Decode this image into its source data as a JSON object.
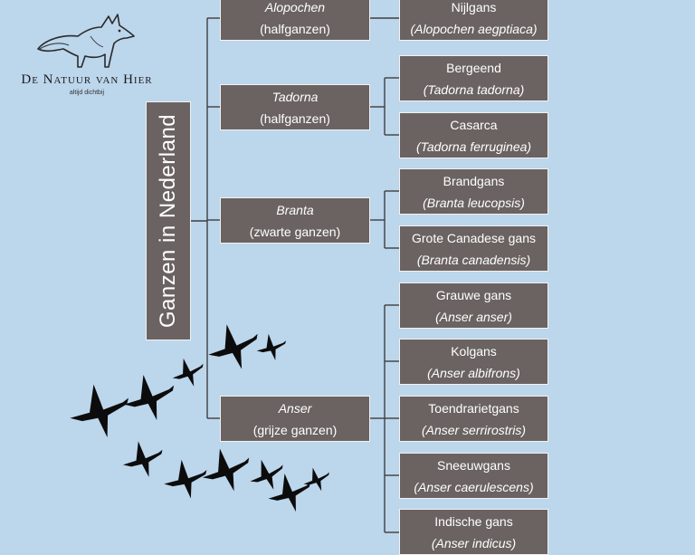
{
  "logo": {
    "title": "De Natuur van Hier",
    "subtitle": "altijd dichtbij",
    "icon": "fox-icon",
    "silhouettes": "geese-flock-icon"
  },
  "root": {
    "label": "Ganzen in Nederland"
  },
  "genera": [
    {
      "name": "Alopochen",
      "group": "(halfganzen)",
      "species": [
        {
          "name": "Nijlgans",
          "latin": "(Alopochen aegptiaca)"
        }
      ]
    },
    {
      "name": "Tadorna",
      "group": "(halfganzen)",
      "species": [
        {
          "name": "Bergeend",
          "latin": "(Tadorna tadorna)"
        },
        {
          "name": "Casarca",
          "latin": "(Tadorna ferruginea)"
        }
      ]
    },
    {
      "name": "Branta",
      "group": "(zwarte ganzen)",
      "species": [
        {
          "name": "Brandgans",
          "latin": "(Branta leucopsis)"
        },
        {
          "name": "Grote Canadese gans",
          "latin": "(Branta canadensis)"
        }
      ]
    },
    {
      "name": "Anser",
      "group": "(grijze ganzen)",
      "species": [
        {
          "name": "Grauwe gans",
          "latin": "(Anser anser)"
        },
        {
          "name": "Kolgans",
          "latin": "(Anser albifrons)"
        },
        {
          "name": "Toendrarietgans",
          "latin": "(Anser serrirostris)"
        },
        {
          "name": "Sneeuwgans",
          "latin": "(Anser caerulescens)"
        },
        {
          "name": "Indische gans",
          "latin": "(Anser indicus)"
        }
      ]
    }
  ],
  "colors": {
    "background": "#bcd6ec",
    "box": "#6a6361",
    "border": "#f4f2f0",
    "line": "#3f3f3f",
    "text": "#ffffff"
  }
}
